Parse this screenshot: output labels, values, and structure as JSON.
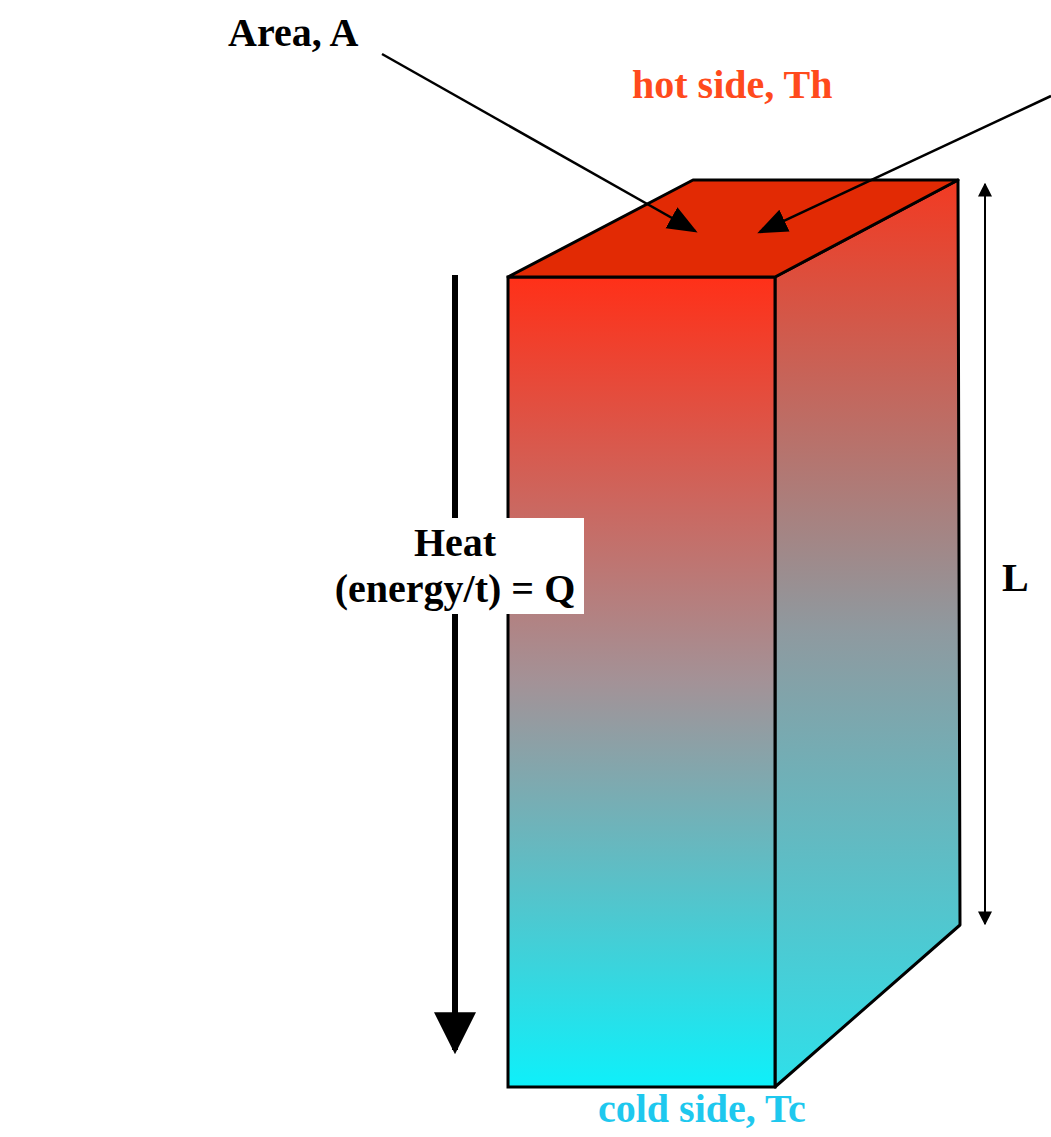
{
  "diagram": {
    "labels": [
      "Area, A",
      "hot side, Th",
      "L",
      "Heat (energy/t) = Q",
      "cold side, Tc"
    ]
  }
}
